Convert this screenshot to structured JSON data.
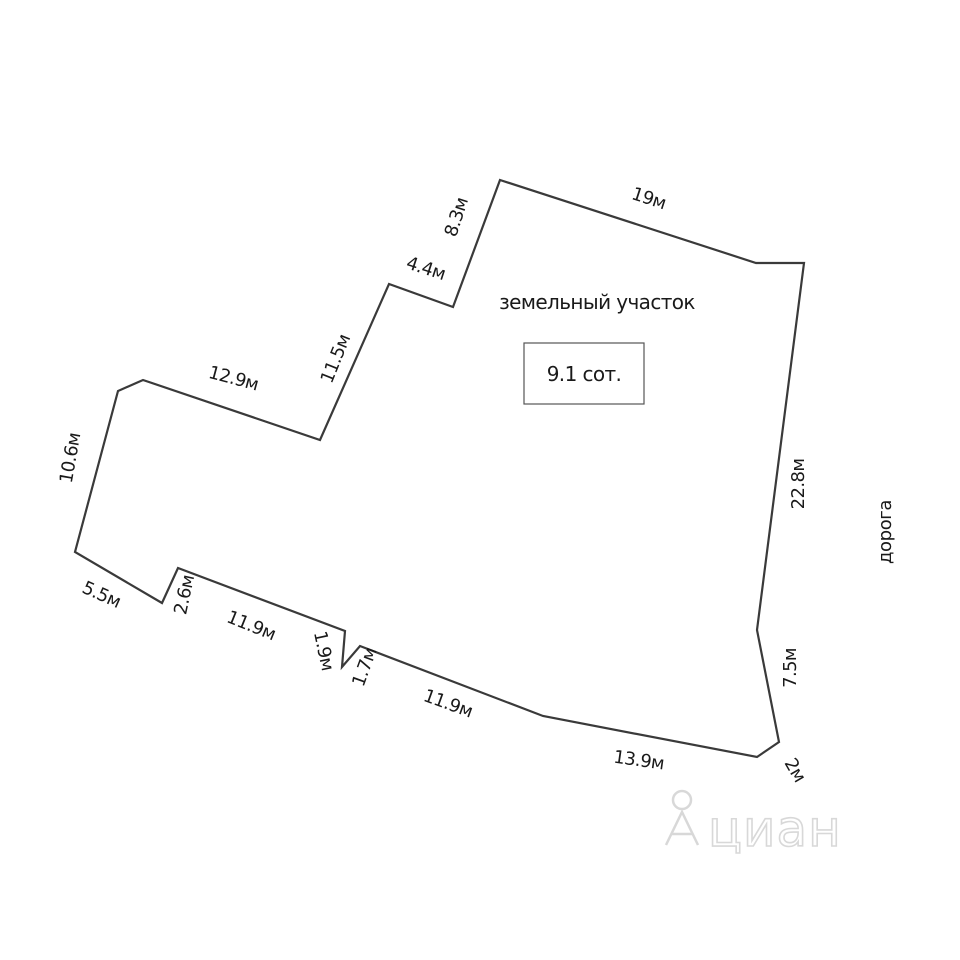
{
  "plot": {
    "title": "земельный участок",
    "area": "9.1 сот.",
    "road_label": "дорога"
  },
  "dimensions": [
    {
      "id": "top",
      "label": "19м"
    },
    {
      "id": "right-upper",
      "label": "22.8м"
    },
    {
      "id": "right-lower",
      "label": "7.5м"
    },
    {
      "id": "corner-bottom-right",
      "label": "2м"
    },
    {
      "id": "bottom-right",
      "label": "13.9м"
    },
    {
      "id": "bottom-middle",
      "label": "11.9м"
    },
    {
      "id": "notch-right",
      "label": "1.7м"
    },
    {
      "id": "notch-left",
      "label": "1.9м"
    },
    {
      "id": "bottom-left",
      "label": "11.9м"
    },
    {
      "id": "small-step",
      "label": "2.6м"
    },
    {
      "id": "lower-left",
      "label": "5.5м"
    },
    {
      "id": "left",
      "label": "10.6м"
    },
    {
      "id": "upper-left",
      "label": "12.9м"
    },
    {
      "id": "diagonal-left",
      "label": "11.5м"
    },
    {
      "id": "step-top",
      "label": "4.4м"
    },
    {
      "id": "step-upper",
      "label": "8.3м"
    }
  ],
  "watermark": {
    "text": "циан",
    "icon": "cian-logo-icon"
  }
}
